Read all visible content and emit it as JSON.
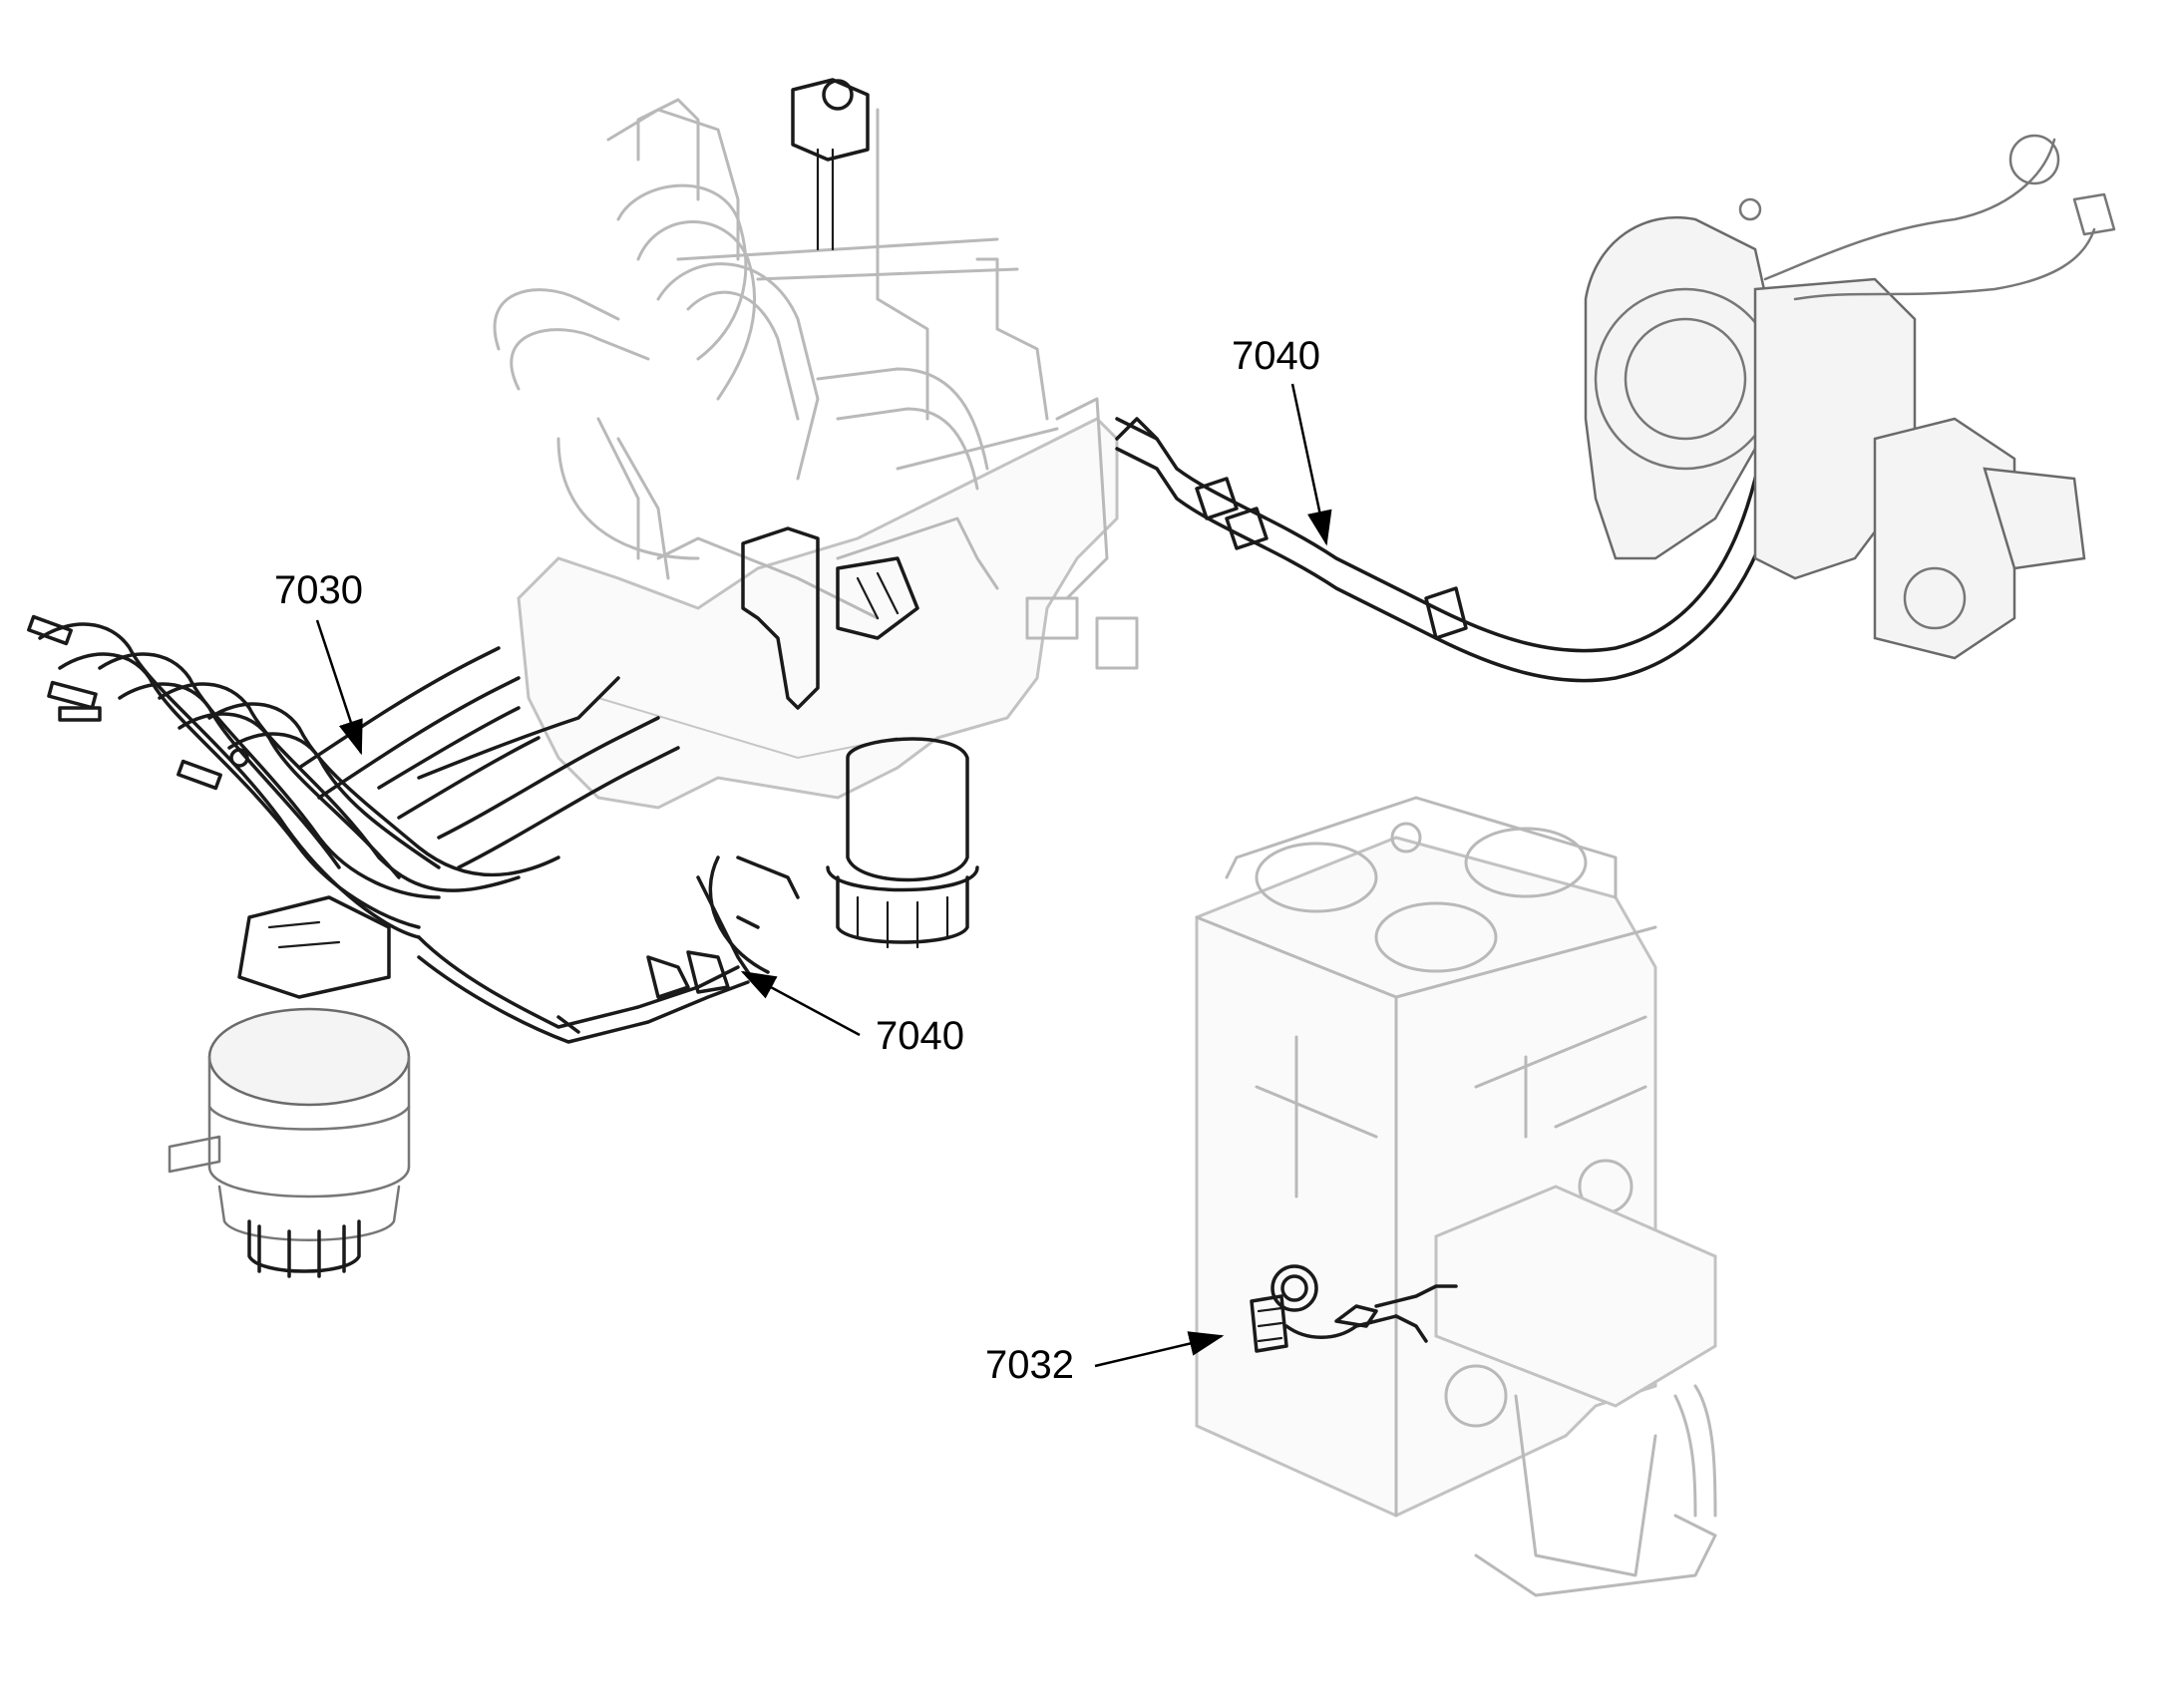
{
  "callouts": [
    {
      "id": "callout-7040-top",
      "label": "7040"
    },
    {
      "id": "callout-7030",
      "label": "7030"
    },
    {
      "id": "callout-7040-bottom",
      "label": "7040"
    },
    {
      "id": "callout-7032",
      "label": "7032"
    }
  ]
}
